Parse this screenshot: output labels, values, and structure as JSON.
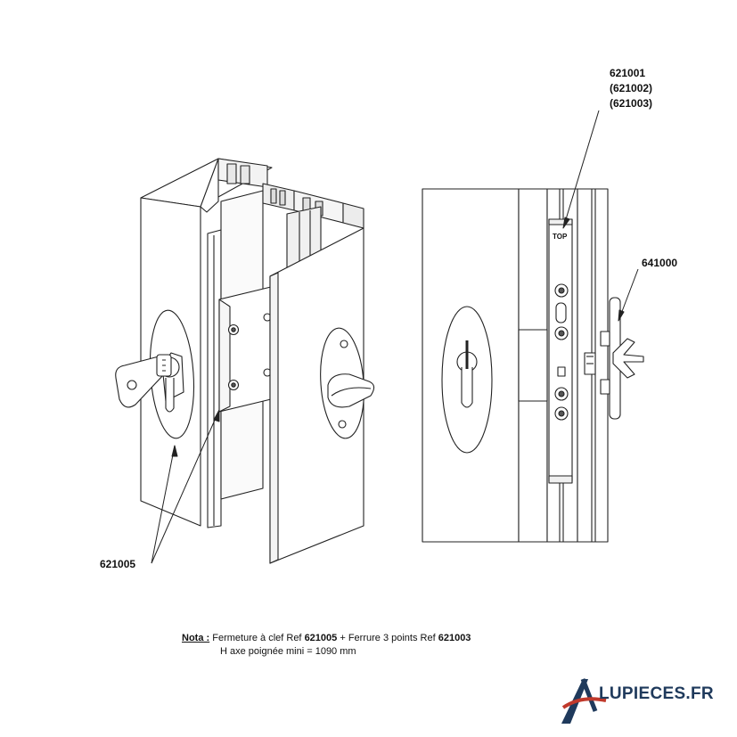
{
  "refs": {
    "cylinder_lock": "621005",
    "espag_1": "621001",
    "espag_2": "(621002)",
    "espag_3": "(621003)",
    "handle": "641000",
    "top_mark": "TOP"
  },
  "nota": {
    "label": "Nota :",
    "line1_a": "Fermeture à clef Ref",
    "line1_ref1": "621005",
    "line1_b": "+ Ferrure 3 points Ref",
    "line1_ref2": "621003",
    "line2": "H axe poignée mini = 1090 mm"
  },
  "logo": {
    "text": "LUPIECES.FR",
    "accent_color": "#c0392b",
    "brand_color": "#1f3a5c"
  }
}
